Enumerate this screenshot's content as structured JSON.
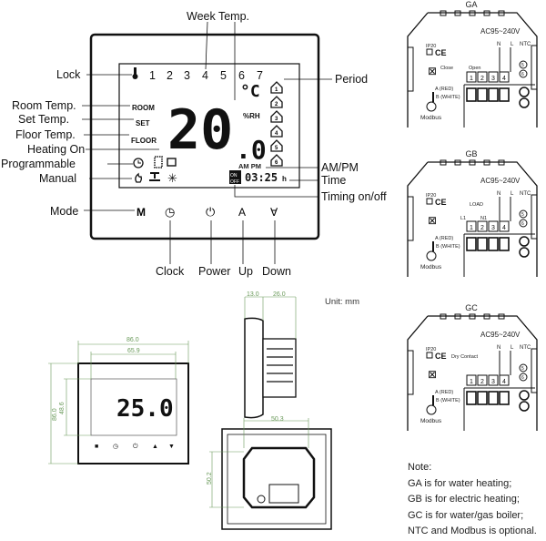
{
  "callouts": {
    "week_temp": "Week Temp.",
    "lock": "Lock",
    "room_temp": "Room Temp.",
    "set_temp": "Set Temp.",
    "floor_temp": "Floor Temp.",
    "heating_on": "Heating On",
    "programmable": "Programmable",
    "manual": "Manual",
    "mode": "Mode",
    "period": "Period",
    "am_pm": "AM/PM",
    "time": "Time",
    "timing": "Timing on/off",
    "clock": "Clock",
    "power": "Power",
    "up": "Up",
    "down": "Down"
  },
  "lcd": {
    "days": [
      "1",
      "2",
      "3",
      "4",
      "5",
      "6",
      "7"
    ],
    "room": "ROOM",
    "set": "SET",
    "floor": "FLOOR",
    "temperature": "20",
    "decimal": ".0",
    "unit": "°C",
    "humidity": "%RH",
    "ampm": "AM PM",
    "time": "03:25",
    "time_suffix": "h",
    "on": "ON",
    "off": "OFF",
    "periods": [
      "1",
      "2",
      "3",
      "4",
      "5",
      "6"
    ]
  },
  "buttons": {
    "mode": "M",
    "clock": "◷",
    "power": "⏻",
    "up": "A",
    "down": "∀"
  },
  "small_lcd": {
    "temperature": "25.0"
  },
  "dimensions": {
    "unit": "Unit: mm",
    "front_width": "86.0",
    "screen_width": "65.9",
    "front_height": "86.0",
    "screen_height": "48.6",
    "side_front": "13.0",
    "side_body": "26.0",
    "back_width": "50.3",
    "back_height": "50.2"
  },
  "panels": [
    {
      "title": "GA",
      "power": "AC95~240V",
      "n": "N",
      "l": "L",
      "ntc": "NTC",
      "ip": "IP20",
      "ce": "CE",
      "extra": [
        "Close",
        "Open"
      ],
      "terminals": [
        "1",
        "2",
        "3",
        "4"
      ],
      "ntc_terms": [
        "5",
        "6"
      ],
      "a": "A (RED)",
      "b": "B (WHITE)",
      "modbus": "Modbus"
    },
    {
      "title": "GB",
      "power": "AC95~240V",
      "n": "N",
      "l": "L",
      "ntc": "NTC",
      "ip": "IP20",
      "ce": "CE",
      "extra": [
        "LOAD",
        "L1",
        "N1"
      ],
      "terminals": [
        "1",
        "2",
        "3",
        "4"
      ],
      "ntc_terms": [
        "5",
        "6"
      ],
      "a": "A (RED)",
      "b": "B (WHITE)",
      "modbus": "Modbus"
    },
    {
      "title": "GC",
      "power": "AC95~240V",
      "n": "N",
      "l": "L",
      "ntc": "NTC",
      "ip": "IP20",
      "ce": "CE",
      "extra": [
        "Dry Contact"
      ],
      "terminals": [
        "1",
        "2",
        "3",
        "4"
      ],
      "ntc_terms": [
        "5",
        "6"
      ],
      "a": "A (RED)",
      "b": "B (WHITE)",
      "modbus": "Modbus"
    }
  ],
  "notes": {
    "title": "Note:",
    "lines": [
      "GA is for water heating;",
      "GB is for electric heating;",
      "GC is for water/gas boiler;",
      "NTC and Modbus is optional."
    ]
  }
}
